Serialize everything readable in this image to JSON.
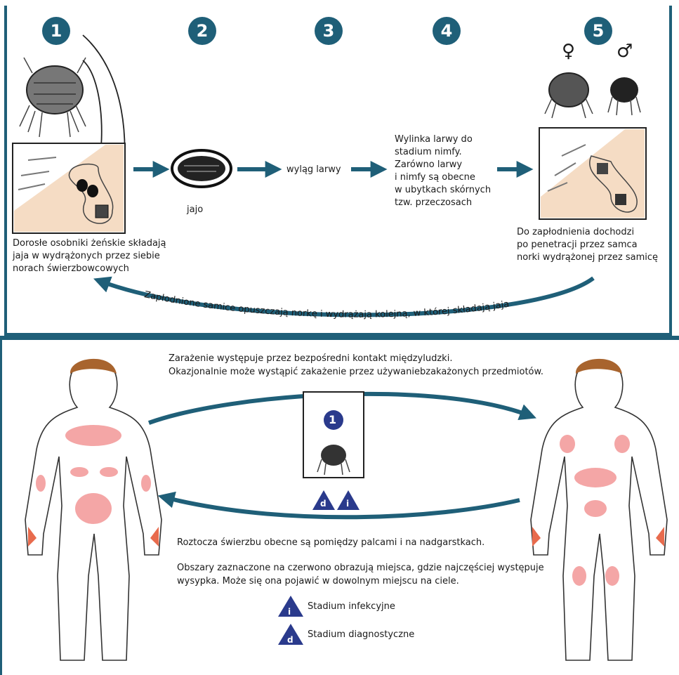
{
  "stages": [
    "1",
    "2",
    "3",
    "4",
    "5"
  ],
  "lifecycle": {
    "egg_label": "jajo",
    "larva_label": "wyląg larwy",
    "nymph_text": [
      "Wylinka larwy do",
      "stadium nimfy.",
      "Zarówno larwy",
      "i nimfy są obecne",
      "w ubytkach skórnych",
      "tzw. przeczosach"
    ],
    "female_text": [
      "Dorosłe osobniki żeńskie składają",
      "jaja w wydrążonych przez siebie",
      "norach świerzbowcowych"
    ],
    "male_text": [
      "Do zapłodnienia dochodzi",
      "po penetracji przez samca",
      "norki wydrążonej przez samicę"
    ],
    "return_arrow_text": "Zapłodnione samice opuszczają norkę i wydrążają kolejną, w której składają jaja",
    "female_symbol": "♀",
    "male_symbol": "♂"
  },
  "transmission": {
    "line1": "Zarażenie występuje przez bezpośredni kontakt międzyludzki.",
    "line2": "Okazjonalnie może wystąpić zakażenie przez używaniebzakażonych przedmiotów.",
    "badge_num": "1",
    "badge_d": "d",
    "badge_i": "i"
  },
  "body_notes": {
    "mites": "Roztocza świerzbu obecne są pomiędzy palcami i na nadgarstkach.",
    "rash1": "Obszary zaznaczone na czerwono obrazują miejsca, gdzie najczęściej występuje",
    "rash2": "wysypka. Może się ona pojawić w dowolnym miejscu na ciele."
  },
  "legend": [
    {
      "letter": "i",
      "label": "Stadium infekcyjne"
    },
    {
      "letter": "d",
      "label": "Stadium diagnostyczne"
    }
  ],
  "colors": {
    "teal": "#1f5f78",
    "navy": "#2a3a8c",
    "hair": "#a8642e",
    "rash": "#f4a6a6",
    "skin": "#f5dcc4"
  }
}
